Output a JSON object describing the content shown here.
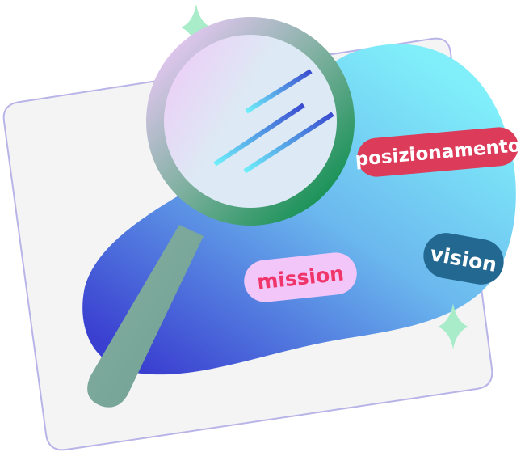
{
  "tags": {
    "positioning": "posizionamento",
    "mission": "mission",
    "vision": "vision"
  },
  "colors": {
    "card_fill": "#f4f4f4",
    "card_stroke": "#b9b4e8",
    "blob_top": "#80effa",
    "blob_bottom": "#3a3fd0",
    "ring_light": "#e9c8f6",
    "ring_dark": "#0f8f4f",
    "lens": "#dde9f4",
    "handle": "#7aa99a",
    "positioning_tag": "#dc3b5a",
    "mission_tag": "#f2c6f9",
    "mission_text": "#f0356a",
    "vision_tag": "#236890",
    "sparkle": "#a8ecc9"
  }
}
